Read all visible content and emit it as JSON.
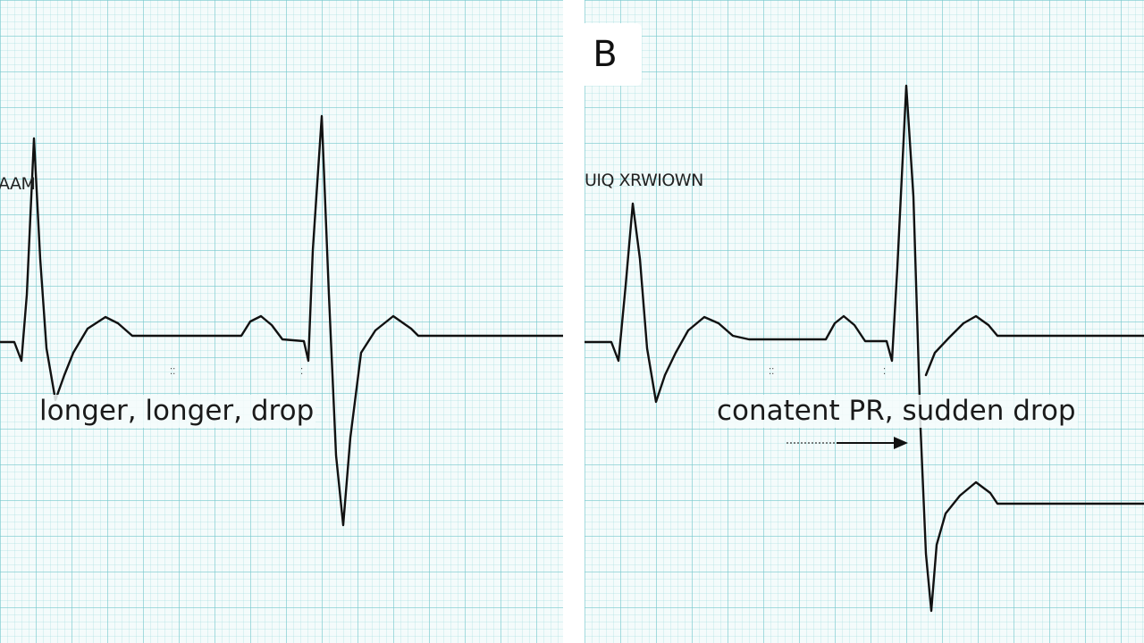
{
  "panel_a": {
    "top_label": "AAM",
    "annotation": "longer, longer, drop"
  },
  "panel_b": {
    "letter": "B",
    "top_label": "UIQ XRWIOWN",
    "annotation": "conatent PR, sudden drop"
  },
  "colors": {
    "grid": "#78c8cd",
    "trace": "#111111",
    "background": "#f4fbfb"
  }
}
